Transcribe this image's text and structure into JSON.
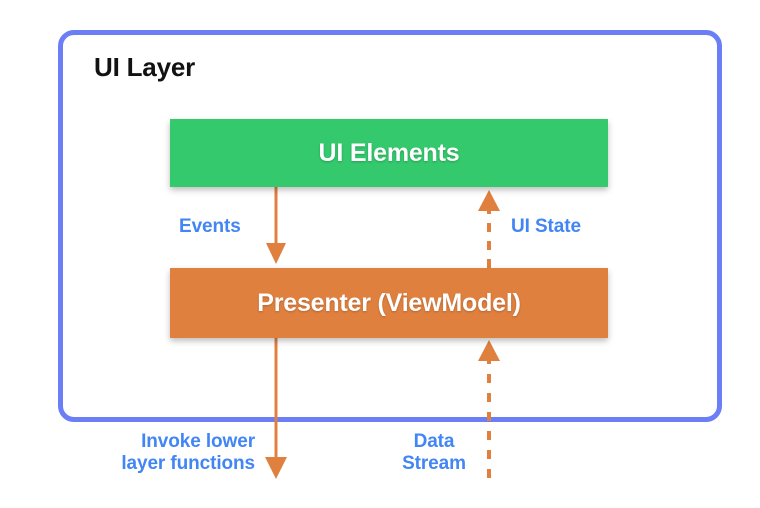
{
  "diagram": {
    "title": "UI Layer",
    "nodes": [
      {
        "id": "ui-elements",
        "label": "UI Elements",
        "color": "#33c96c"
      },
      {
        "id": "presenter",
        "label": "Presenter (ViewModel)",
        "color": "#e0803f"
      }
    ],
    "edges": [
      {
        "id": "events",
        "label": "Events",
        "from": "ui-elements",
        "to": "presenter",
        "style": "solid",
        "direction": "down",
        "color": "#e0803f"
      },
      {
        "id": "ui-state",
        "label": "UI State",
        "from": "presenter",
        "to": "ui-elements",
        "style": "dashed",
        "direction": "up",
        "color": "#e0803f"
      },
      {
        "id": "invoke-lower-layer",
        "label": "Invoke lower\nlayer functions",
        "from": "presenter",
        "to": "lower-layer",
        "style": "solid",
        "direction": "down",
        "color": "#e0803f"
      },
      {
        "id": "data-stream",
        "label": "Data\nStream",
        "from": "lower-layer",
        "to": "presenter",
        "style": "dashed",
        "direction": "up",
        "color": "#e0803f"
      }
    ],
    "colors": {
      "frame_border": "#6c7ef5",
      "label_text": "#4285f4",
      "title_text": "#121212",
      "background": "#ffffff",
      "arrow": "#e0803f"
    }
  }
}
